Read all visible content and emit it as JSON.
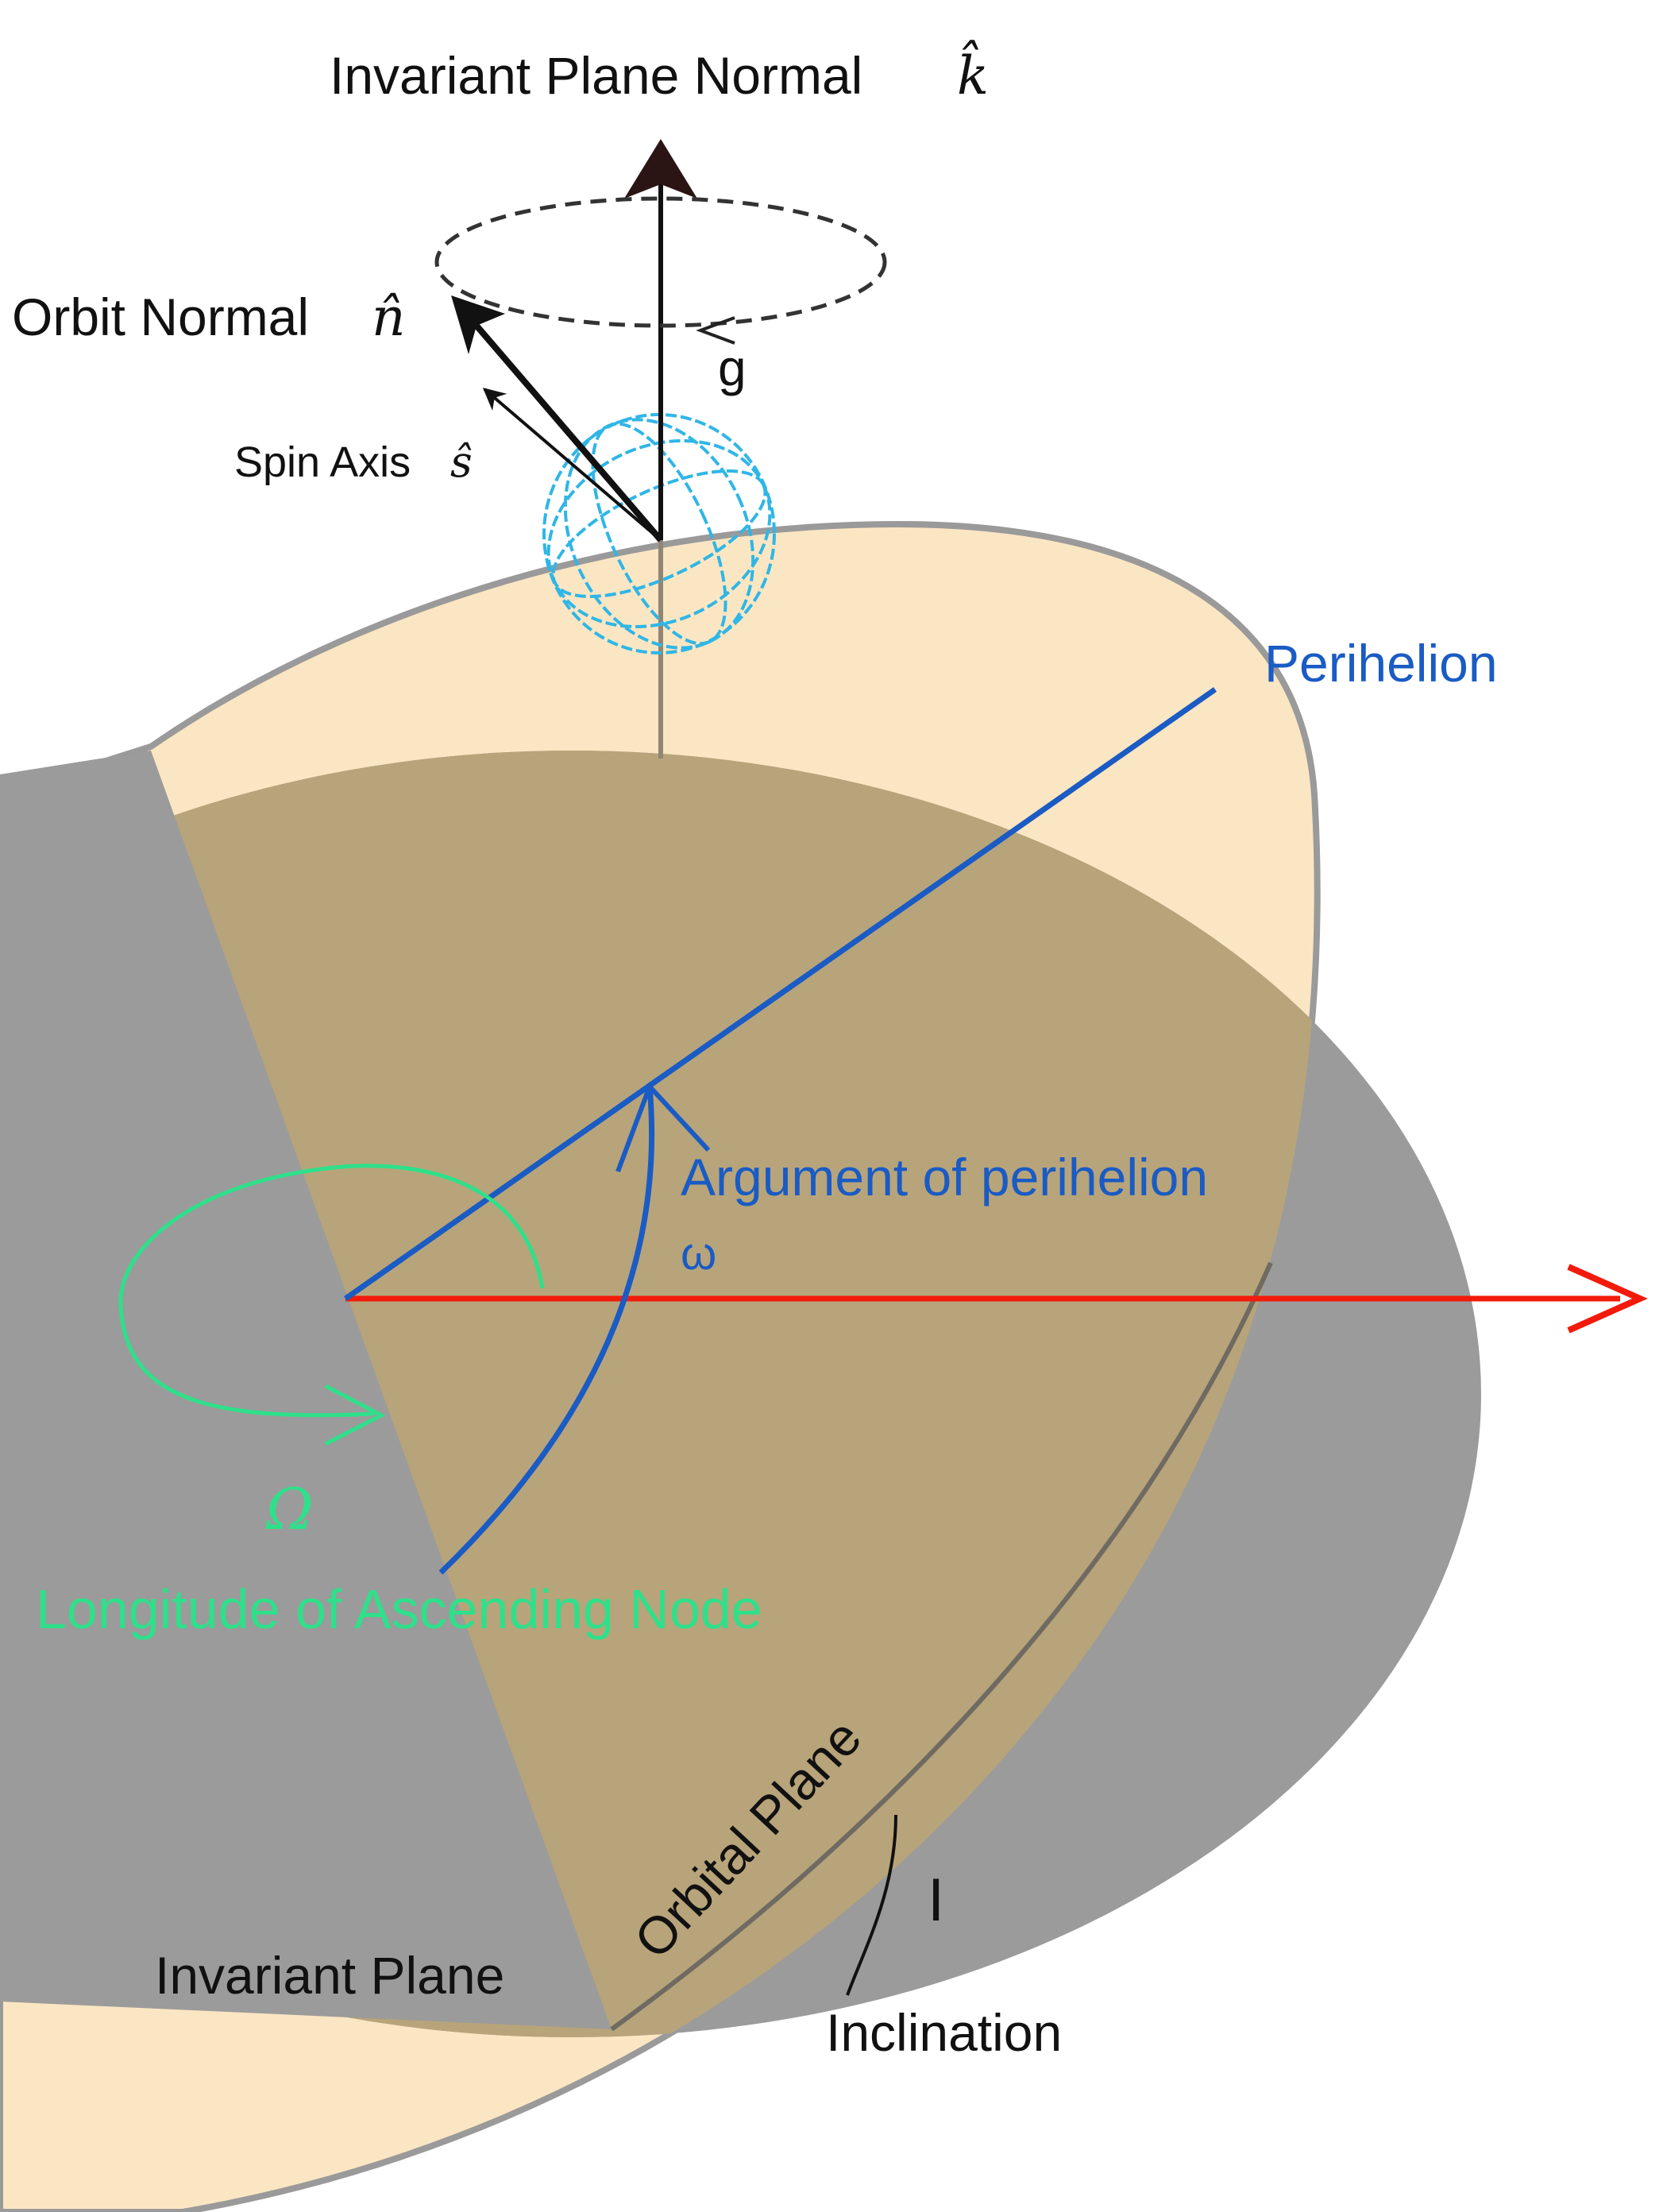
{
  "labels": {
    "invariant_plane_normal": "Invariant Plane Normal",
    "invariant_plane_normal_symbol": "k̂",
    "orbit_normal": "Orbit Normal",
    "orbit_normal_symbol": "n̂",
    "spin_axis": "Spin Axis",
    "spin_axis_symbol": "ŝ",
    "precession_rate": "g",
    "perihelion": "Perihelion",
    "argument_of_perihelion": "Argument of perihelion",
    "argument_of_perihelion_symbol": "ω",
    "longitude_of_ascending_node": "Longitude of Ascending Node",
    "longitude_of_ascending_node_symbol": "Ω",
    "orbital_plane": "Orbital Plane",
    "invariant_plane": "Invariant Plane",
    "inclination": "Inclination",
    "inclination_symbol": "I"
  },
  "colors": {
    "invariant_plane_fill": "#9b9b9b",
    "orbital_plane_fill": "#fbe6c3",
    "overlap_fill": "#b8a47a",
    "perihelion_blue": "#1a5bc4",
    "node_green": "#2ee08a",
    "reference_red": "#f21a0a",
    "globe_cyan": "#2fb6e6",
    "ink": "#111111"
  }
}
